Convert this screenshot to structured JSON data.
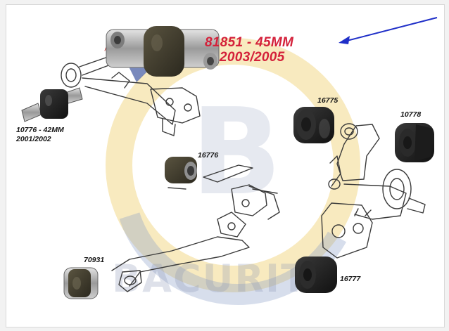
{
  "labels": {
    "main_part_number": "81851 - 45MM",
    "main_years": "2003/2005",
    "part_10776_label": "10776 - 42MM",
    "part_10776_years": "2001/2002",
    "part_16775": "16775",
    "part_10778": "10778",
    "part_16776": "16776",
    "part_70931": "70931",
    "part_16777": "16777"
  },
  "watermark": {
    "text": "BACURITY",
    "logo_letter": "B"
  },
  "colors": {
    "highlight_red": "#d4213a",
    "arrow_blue": "#1f2fc8",
    "watermark_yellow": "#f3d98a",
    "watermark_blue": "#8a95b5",
    "bushing_black": "#1b1b1b",
    "bushing_olive": "#4a4636"
  }
}
